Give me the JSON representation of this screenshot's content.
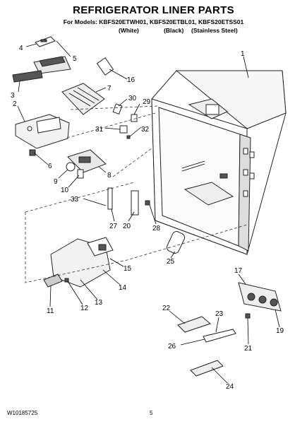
{
  "header": {
    "title": "REFRIGERATOR LINER PARTS",
    "models": "For Models: KBFS20ETWH01, KBFS20ETBL01, KBFS20ETSS01",
    "finish_white": "(White)",
    "finish_black": "(Black)",
    "finish_stainless": "(Stainless Steel)"
  },
  "callouts": [
    "1",
    "2",
    "3",
    "4",
    "5",
    "6",
    "7",
    "8",
    "9",
    "10",
    "11",
    "12",
    "13",
    "14",
    "15",
    "16",
    "17",
    "19",
    "20",
    "21",
    "22",
    "23",
    "24",
    "25",
    "26",
    "27",
    "28",
    "29",
    "30",
    "31",
    "32",
    "33"
  ],
  "footer": {
    "doc_number": "W10185725",
    "page_number": "5"
  }
}
